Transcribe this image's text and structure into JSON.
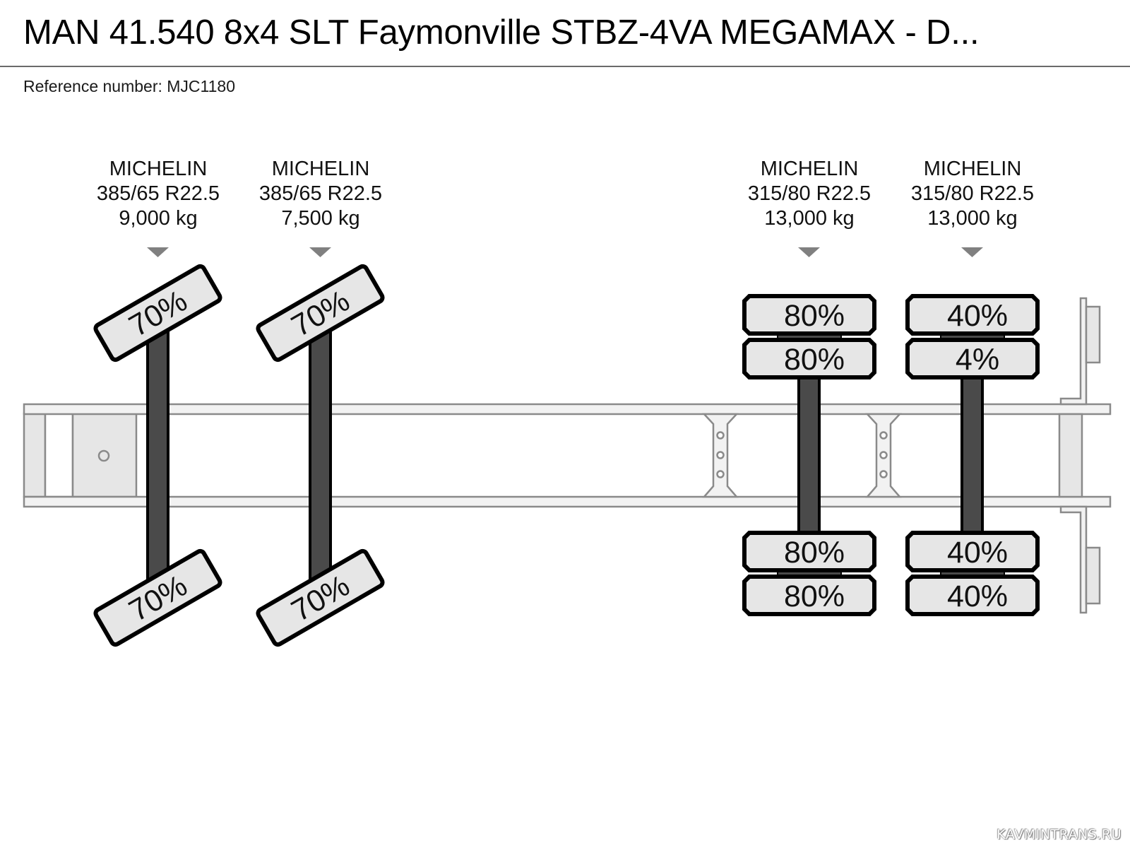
{
  "header": {
    "title": "MAN 41.540 8x4 SLT Faymonville STBZ-4VA MEGAMAX - D...",
    "reference": "Reference number: MJC1180"
  },
  "axles": [
    {
      "brand": "MICHELIN",
      "size": "385/65 R22.5",
      "load": "9,000 kg",
      "steered": true,
      "tires": {
        "left_outer": "70%",
        "right_outer": "70%"
      }
    },
    {
      "brand": "MICHELIN",
      "size": "385/65 R22.5",
      "load": "7,500 kg",
      "steered": true,
      "tires": {
        "left_outer": "70%",
        "right_outer": "70%"
      }
    },
    {
      "brand": "MICHELIN",
      "size": "315/80 R22.5",
      "load": "13,000 kg",
      "steered": false,
      "tires": {
        "left_outer": "80%",
        "left_inner": "80%",
        "right_inner": "80%",
        "right_outer": "80%"
      }
    },
    {
      "brand": "MICHELIN",
      "size": "315/80 R22.5",
      "load": "13,000 kg",
      "steered": false,
      "tires": {
        "left_outer": "40%",
        "left_inner": "4%",
        "right_inner": "40%",
        "right_outer": "40%"
      }
    }
  ],
  "colors": {
    "tire_fill": "#e6e6e6",
    "tire_stroke": "#000000",
    "axle_fill": "#4a4a4a",
    "frame_fill": "#f2f2f2",
    "frame_stroke": "#8a8a8a",
    "marker": "#808080"
  },
  "watermark": "KAVMINTRANS.RU"
}
